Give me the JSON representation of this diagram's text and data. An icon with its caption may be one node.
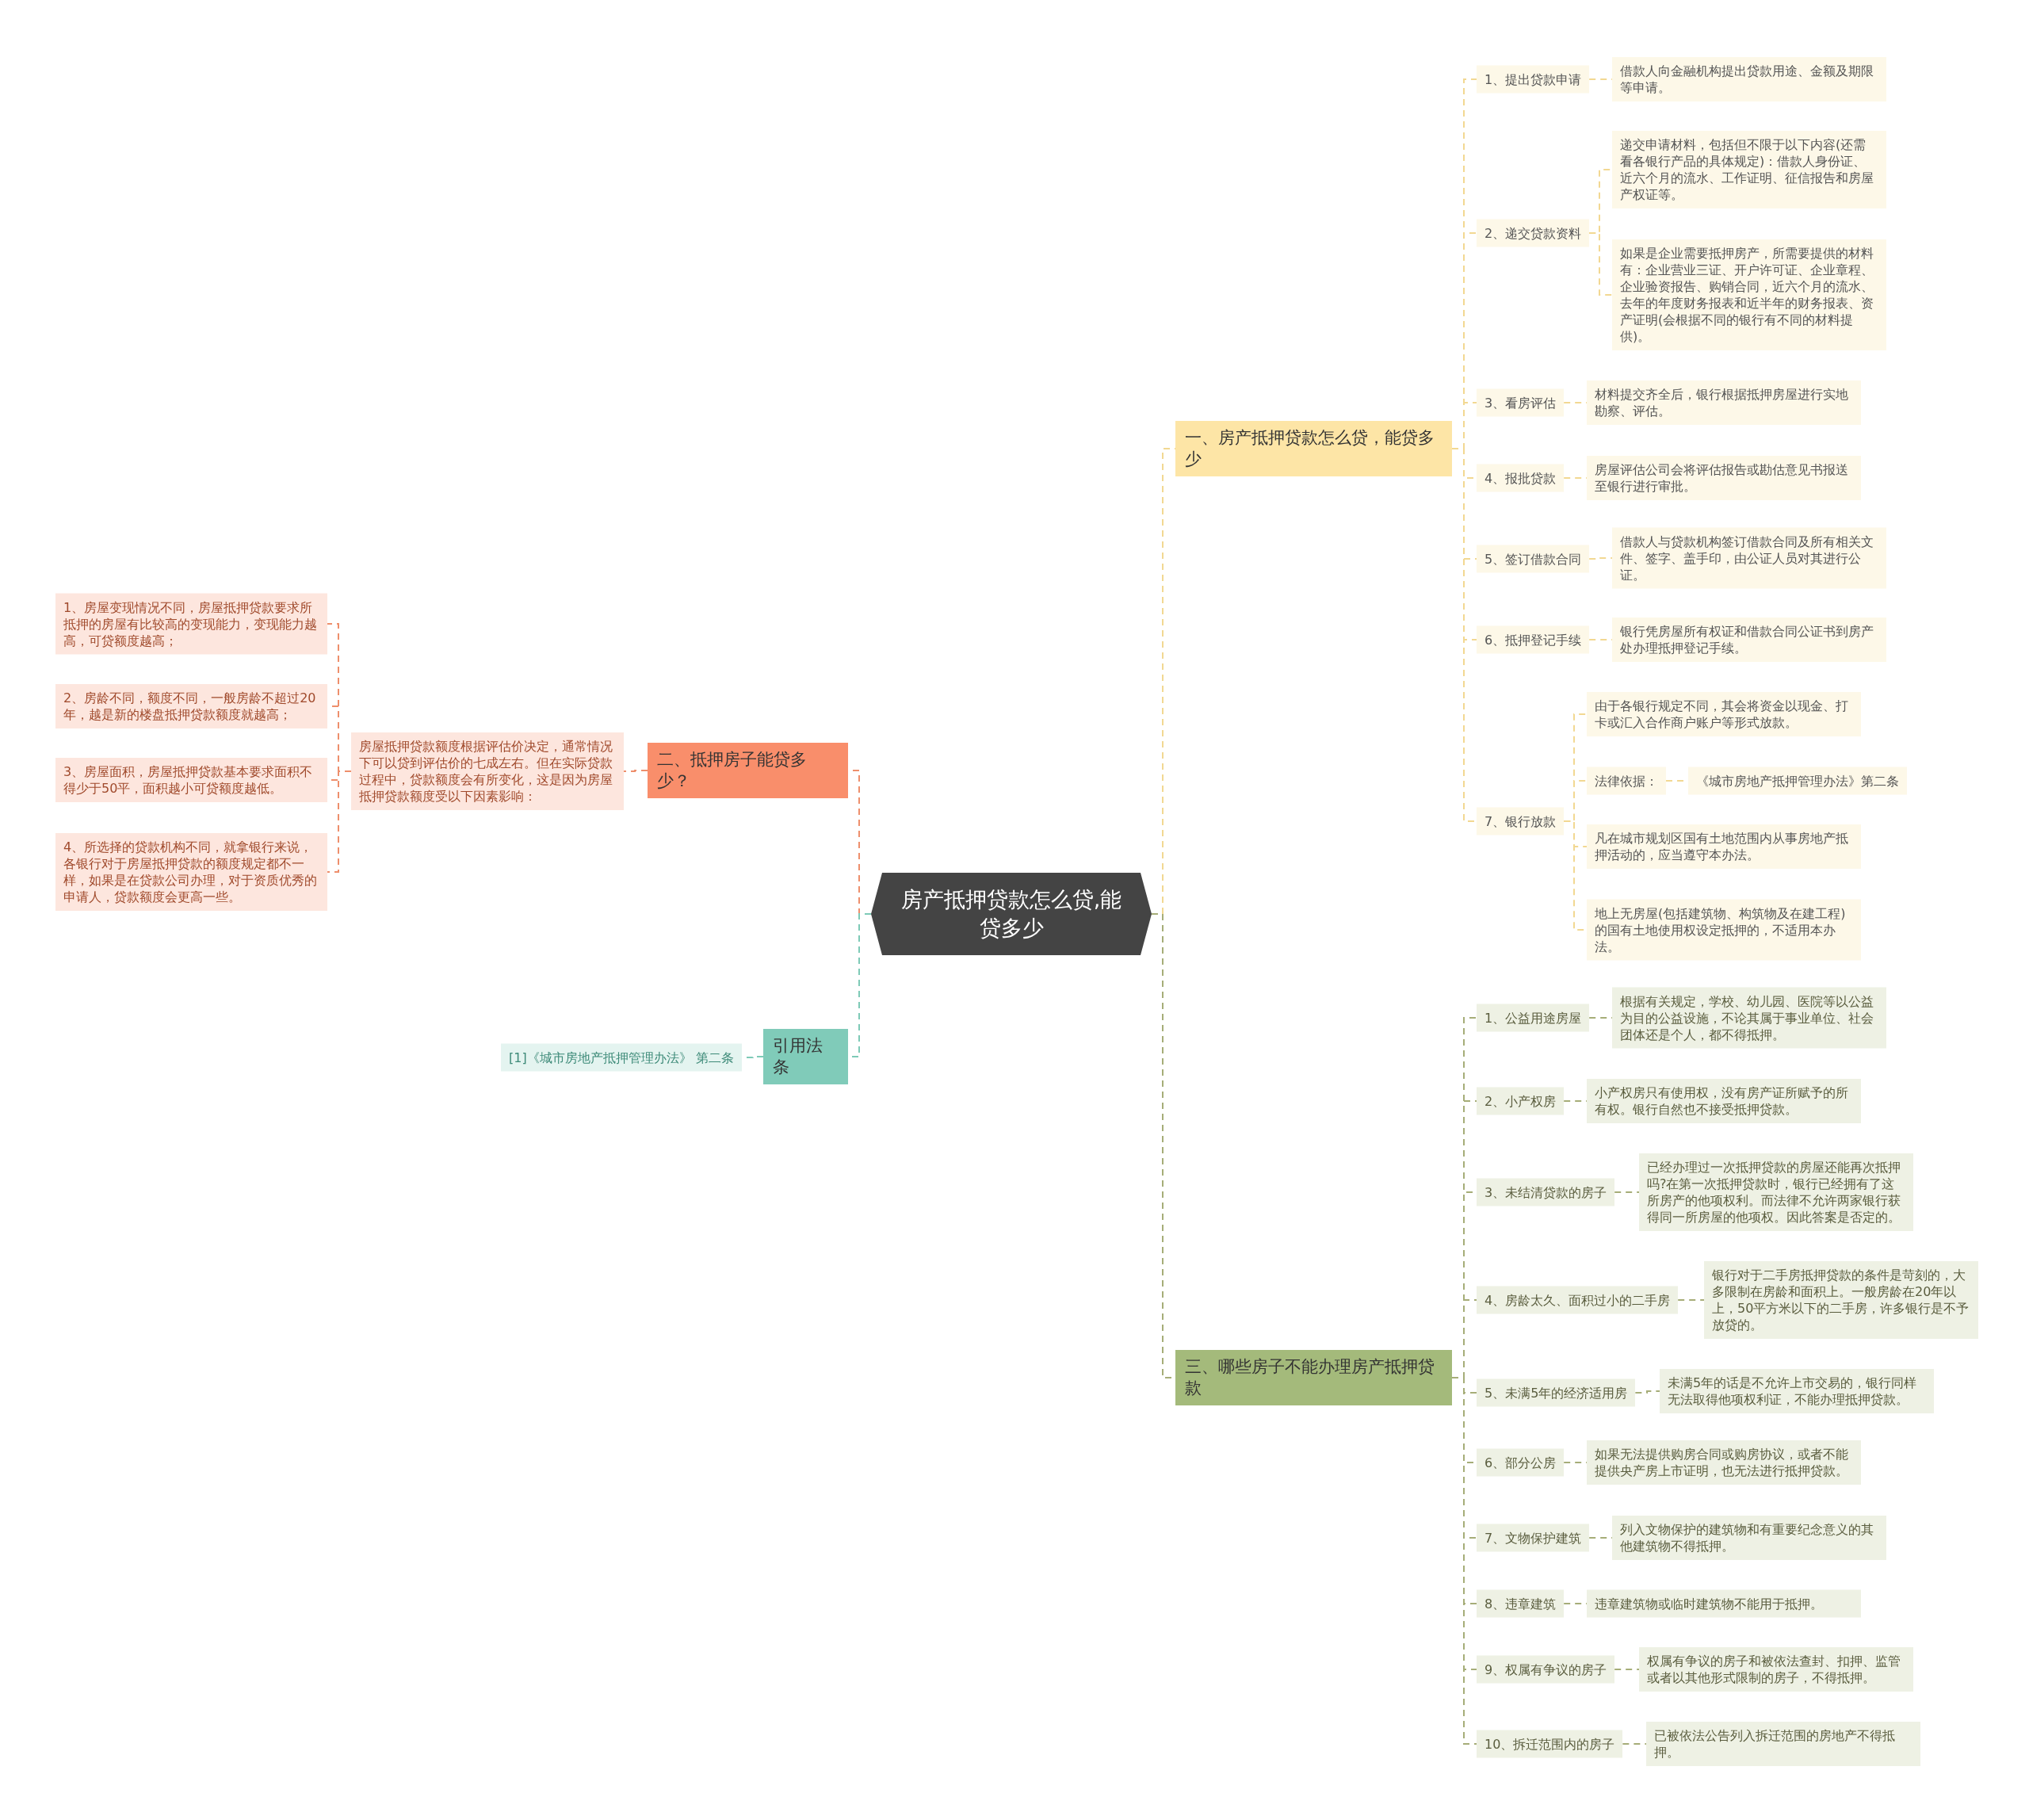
{
  "diagram": {
    "nodes": [
      {
        "text": [
          "房产抵押贷款怎么贷,能贷多少"
        ]
      },
      {
        "text": [
          "一、房产抵押贷款怎么贷，能贷多少"
        ]
      },
      {
        "text": [
          "1、提出贷款申请"
        ]
      },
      {
        "text": [
          "借款人向金融机构提出贷款用途、金额及期限等申请。"
        ]
      },
      {
        "text": [
          "2、递交贷款资料"
        ]
      },
      {
        "text": [
          "递交申请材料，包括但不限于以下内容(还需看各银行产品的具体规定)：借款人身份证、近六个月的流水、工作证明、征信报告和房屋产权证等。"
        ]
      },
      {
        "text": [
          "如果是企业需要抵押房产，所需要提供的材料有：企业营业三证、开户许可证、企业章程、企业验资报告、购销合同，近六个月的流水、去年的年度财务报表和近半年的财务报表、资产证明(会根据不同的银行有不同的材料提供)。"
        ]
      },
      {
        "text": [
          "3、看房评估"
        ]
      },
      {
        "text": [
          "材料提交齐全后，银行根据抵押房屋进行实地勘察、评估。"
        ]
      },
      {
        "text": [
          "4、报批贷款"
        ]
      },
      {
        "text": [
          "房屋评估公司会将评估报告或勘估意见书报送至银行进行审批。"
        ]
      },
      {
        "text": [
          "5、签订借款合同"
        ]
      },
      {
        "text": [
          "借款人与贷款机构签订借款合同及所有相关文件、签字、盖手印，由公证人员对其进行公证。"
        ]
      },
      {
        "text": [
          "6、抵押登记手续"
        ]
      },
      {
        "text": [
          "银行凭房屋所有权证和借款合同公证书到房产处办理抵押登记手续。"
        ]
      },
      {
        "text": [
          "7、银行放款"
        ]
      },
      {
        "text": [
          "由于各银行规定不同，其会将资金以现金、打卡或汇入合作商户账户等形式放款。"
        ]
      },
      {
        "text": [
          "法律依据："
        ]
      },
      {
        "text": [
          "《城市房地产抵押管理办法》第二条"
        ]
      },
      {
        "text": [
          "凡在城市规划区国有土地范围内从事房地产抵押活动的，应当遵守本办法。"
        ]
      },
      {
        "text": [
          "地上无房屋(包括建筑物、构筑物及在建工程)的国有土地使用权设定抵押的，不适用本办法。"
        ]
      },
      {
        "text": [
          "二、抵押房子能贷多少？"
        ]
      },
      {
        "text": [
          "房屋抵押贷款额度根据评估价决定，通常情况下可以贷到评估价的七成左右。但在实际贷款过程中，贷款额度会有所变化，这是因为房屋抵押贷款额度受以下因素影响："
        ]
      },
      {
        "text": [
          "1、房屋变现情况不同，房屋抵押贷款要求所抵押的房屋有比较高的变现能力，变现能力越高，可贷额度越高；"
        ]
      },
      {
        "text": [
          "2、房龄不同，额度不同，一般房龄不超过20年，越是新的楼盘抵押贷款额度就越高；"
        ]
      },
      {
        "text": [
          "3、房屋面积，房屋抵押贷款基本要求面积不得少于50平，面积越小可贷额度越低。"
        ]
      },
      {
        "text": [
          "4、所选择的贷款机构不同，就拿银行来说，各银行对于房屋抵押贷款的额度规定都不一样，如果是在贷款公司办理，对于资质优秀的申请人，贷款额度会更高一些。"
        ]
      },
      {
        "text": [
          "引用法条"
        ]
      },
      {
        "text": [
          "[1]《城市房地产抵押管理办法》 第二条"
        ]
      },
      {
        "text": [
          "三、哪些房子不能办理房产抵押贷款"
        ]
      },
      {
        "text": [
          "1、公益用途房屋"
        ]
      },
      {
        "text": [
          "根据有关规定，学校、幼儿园、医院等以公益为目的公益设施，不论其属于事业单位、社会团体还是个人，都不得抵押。"
        ]
      },
      {
        "text": [
          "2、小产权房"
        ]
      },
      {
        "text": [
          "小产权房只有使用权，没有房产证所赋予的所有权。银行自然也不接受抵押贷款。"
        ]
      },
      {
        "text": [
          "3、未结清贷款的房子"
        ]
      },
      {
        "text": [
          "已经办理过一次抵押贷款的房屋还能再次抵押吗?在第一次抵押贷款时，银行已经拥有了这所房产的他项权利。而法律不允许两家银行获得同一所房屋的他项权。因此答案是否定的。"
        ]
      },
      {
        "text": [
          "4、房龄太久、面积过小的二手房"
        ]
      },
      {
        "text": [
          "银行对于二手房抵押贷款的条件是苛刻的，大多限制在房龄和面积上。一般房龄在20年以上，50平方米以下的二手房，许多银行是不予放贷的。"
        ]
      },
      {
        "text": [
          "5、未满5年的经济适用房"
        ]
      },
      {
        "text": [
          "未满5年的话是不允许上市交易的，银行同样无法取得他项权利证，不能办理抵押贷款。"
        ]
      },
      {
        "text": [
          "6、部分公房"
        ]
      },
      {
        "text": [
          "如果无法提供购房合同或购房协议，或者不能提供央产房上市证明，也无法进行抵押贷款。"
        ]
      },
      {
        "text": [
          "7、文物保护建筑"
        ]
      },
      {
        "text": [
          "列入文物保护的建筑物和有重要纪念意义的其他建筑物不得抵押。"
        ]
      },
      {
        "text": [
          "8、违章建筑"
        ]
      },
      {
        "text": [
          "违章建筑物或临时建筑物不能用于抵押。"
        ]
      },
      {
        "text": [
          "9、权属有争议的房子"
        ]
      },
      {
        "text": [
          "权属有争议的房子和被依法查封、扣押、监管或者以其他形式限制的房子，不得抵押。"
        ]
      },
      {
        "text": [
          "10、拆迁范围内的房子"
        ]
      },
      {
        "text": [
          "已被依法公告列入拆迁范围的房地产不得抵押。"
        ]
      }
    ],
    "edges": [
      {
        "from": 0,
        "to": 1,
        "arrow": "none",
        "color": "#f2d892"
      },
      {
        "from": 1,
        "to": 2,
        "arrow": "none",
        "color": "#f2d892"
      },
      {
        "from": 1,
        "to": 4,
        "arrow": "none",
        "color": "#f2d892"
      },
      {
        "from": 1,
        "to": 7,
        "arrow": "none",
        "color": "#f2d892"
      },
      {
        "from": 1,
        "to": 9,
        "arrow": "none",
        "color": "#f2d892"
      },
      {
        "from": 1,
        "to": 11,
        "arrow": "none",
        "color": "#f2d892"
      },
      {
        "from": 1,
        "to": 13,
        "arrow": "none",
        "color": "#f2d892"
      },
      {
        "from": 1,
        "to": 15,
        "arrow": "none",
        "color": "#f2d892"
      },
      {
        "from": 2,
        "to": 3,
        "arrow": "none",
        "color": "#f2d892"
      },
      {
        "from": 4,
        "to": 5,
        "arrow": "none",
        "color": "#f2d892"
      },
      {
        "from": 4,
        "to": 6,
        "arrow": "none",
        "color": "#f2d892"
      },
      {
        "from": 7,
        "to": 8,
        "arrow": "none",
        "color": "#f2d892"
      },
      {
        "from": 9,
        "to": 10,
        "arrow": "none",
        "color": "#f2d892"
      },
      {
        "from": 11,
        "to": 12,
        "arrow": "none",
        "color": "#f2d892"
      },
      {
        "from": 13,
        "to": 14,
        "arrow": "none",
        "color": "#f2d892"
      },
      {
        "from": 15,
        "to": 16,
        "arrow": "none",
        "color": "#f2d892"
      },
      {
        "from": 15,
        "to": 17,
        "arrow": "none",
        "color": "#f2d892"
      },
      {
        "from": 15,
        "to": 19,
        "arrow": "none",
        "color": "#f2d892"
      },
      {
        "from": 15,
        "to": 20,
        "arrow": "none",
        "color": "#f2d892"
      },
      {
        "from": 17,
        "to": 18,
        "arrow": "none",
        "color": "#f2d892"
      },
      {
        "from": 0,
        "to": 21,
        "arrow": "none",
        "color": "#ee8f6c"
      },
      {
        "from": 21,
        "to": 22,
        "arrow": "none",
        "color": "#ee8f6c"
      },
      {
        "from": 22,
        "to": 23,
        "arrow": "none",
        "color": "#ee8f6c"
      },
      {
        "from": 22,
        "to": 24,
        "arrow": "none",
        "color": "#ee8f6c"
      },
      {
        "from": 22,
        "to": 25,
        "arrow": "none",
        "color": "#ee8f6c"
      },
      {
        "from": 22,
        "to": 26,
        "arrow": "none",
        "color": "#ee8f6c"
      },
      {
        "from": 0,
        "to": 27,
        "arrow": "none",
        "color": "#7ecab7"
      },
      {
        "from": 27,
        "to": 28,
        "arrow": "none",
        "color": "#7ecab7"
      },
      {
        "from": 0,
        "to": 29,
        "arrow": "none"
      },
      {
        "from": 29,
        "to": 30,
        "arrow": "none"
      },
      {
        "from": 29,
        "to": 32,
        "arrow": "none"
      },
      {
        "from": 29,
        "to": 34,
        "arrow": "none"
      },
      {
        "from": 29,
        "to": 36,
        "arrow": "none"
      },
      {
        "from": 29,
        "to": 38,
        "arrow": "none"
      },
      {
        "from": 29,
        "to": 40,
        "arrow": "none"
      },
      {
        "from": 29,
        "to": 42,
        "arrow": "none"
      },
      {
        "from": 29,
        "to": 44,
        "arrow": "none"
      },
      {
        "from": 29,
        "to": 46,
        "arrow": "none"
      },
      {
        "from": 29,
        "to": 48,
        "arrow": "none"
      },
      {
        "from": 30,
        "to": 31,
        "arrow": "none"
      },
      {
        "from": 32,
        "to": 33,
        "arrow": "none"
      },
      {
        "from": 34,
        "to": 35,
        "arrow": "none"
      },
      {
        "from": 36,
        "to": 37,
        "arrow": "none"
      },
      {
        "from": 38,
        "to": 39,
        "arrow": "none"
      },
      {
        "from": 40,
        "to": 41,
        "arrow": "none"
      },
      {
        "from": 42,
        "to": 43,
        "arrow": "none"
      },
      {
        "from": 44,
        "to": 45,
        "arrow": "none"
      },
      {
        "from": 46,
        "to": 47,
        "arrow": "none"
      },
      {
        "from": 48,
        "to": 49,
        "arrow": "none"
      }
    ]
  }
}
